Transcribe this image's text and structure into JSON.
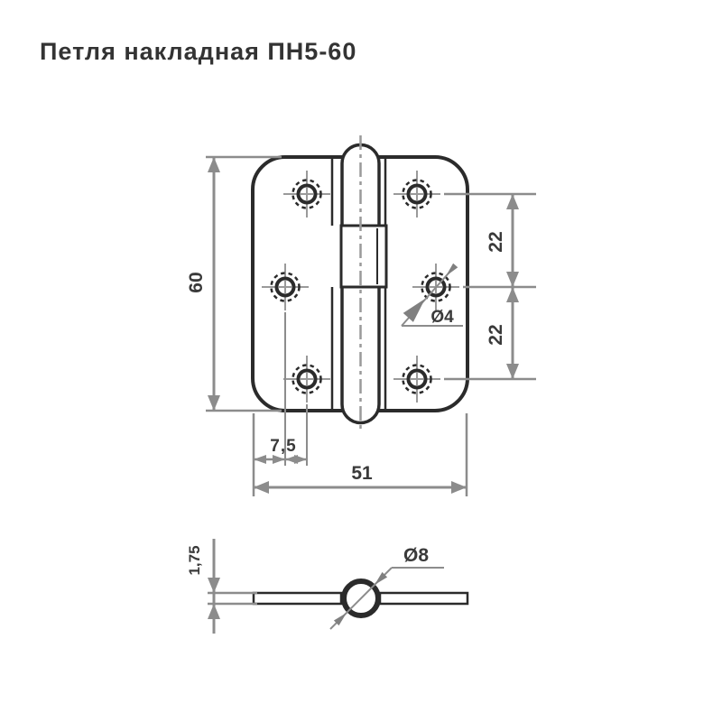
{
  "title": "Петля накладная ПН5-60",
  "drawing_type": "technical drawing of an overlay door hinge, front view and barrel section view",
  "colors": {
    "background": "#ffffff",
    "outline_dark": "#2b2b2b",
    "dimension_gray": "#8c8c8c",
    "centerline_gray": "#9a9a9a",
    "text_dark": "#3a3a3a"
  },
  "front_view": {
    "dim_height": "60",
    "dim_row_top": "22",
    "dim_row_bottom": "22",
    "dim_hole_dia": "Ø4",
    "dim_edge_offset": "7,5",
    "dim_width": "51",
    "hole_count": 6
  },
  "section_view": {
    "dim_thickness": "1,75",
    "dim_barrel_dia": "Ø8"
  }
}
